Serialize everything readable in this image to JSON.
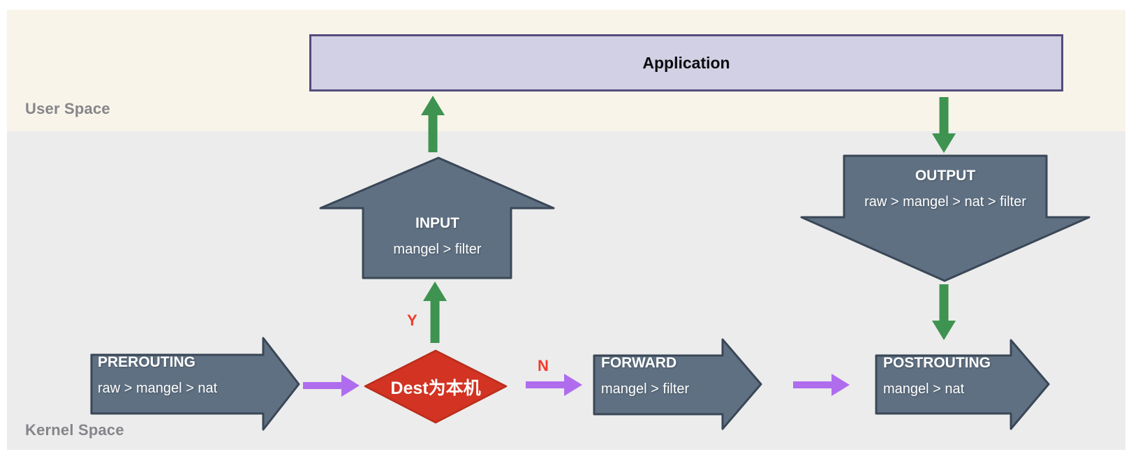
{
  "regions": {
    "user_space_label": "User Space",
    "kernel_space_label": "Kernel Space"
  },
  "application": {
    "label": "Application"
  },
  "chains": {
    "prerouting": {
      "title": "PREROUTING",
      "tables": "raw > mangel > nat"
    },
    "input": {
      "title": "INPUT",
      "tables": "mangel > filter"
    },
    "forward": {
      "title": "FORWARD",
      "tables": "mangel > filter"
    },
    "output": {
      "title": "OUTPUT",
      "tables": "raw > mangel > nat > filter"
    },
    "postrouting": {
      "title": "POSTROUTING",
      "tables": "mangel > nat"
    }
  },
  "decision": {
    "label": "Dest为本机",
    "yes": "Y",
    "no": "N"
  },
  "flows": [
    {
      "name": "prerouting-to-decision",
      "color": "purple"
    },
    {
      "name": "decision-yes-to-input",
      "color": "green",
      "label": "Y"
    },
    {
      "name": "input-to-application",
      "color": "green"
    },
    {
      "name": "application-to-output",
      "color": "green"
    },
    {
      "name": "decision-no-to-forward",
      "color": "purple",
      "label": "N"
    },
    {
      "name": "forward-to-postrouting",
      "color": "purple"
    },
    {
      "name": "output-to-postrouting",
      "color": "green"
    }
  ],
  "colors": {
    "user_space_bg": "#F8F4E9",
    "kernel_space_bg": "#ECECEC",
    "band_label_text": "#85858A",
    "chain_fill": "#5F7082",
    "chain_border": "#3A4757",
    "chain_text": "#FFFFFF",
    "application_fill": "#D2D0E4",
    "application_border": "#544C7C",
    "decision_fill": "#D23322",
    "decision_border": "#BB2D1B",
    "flow_vertical_green": "#3E9350",
    "flow_horizontal_purple": "#AF6DEE",
    "branch_label_red": "#F23B2B"
  }
}
